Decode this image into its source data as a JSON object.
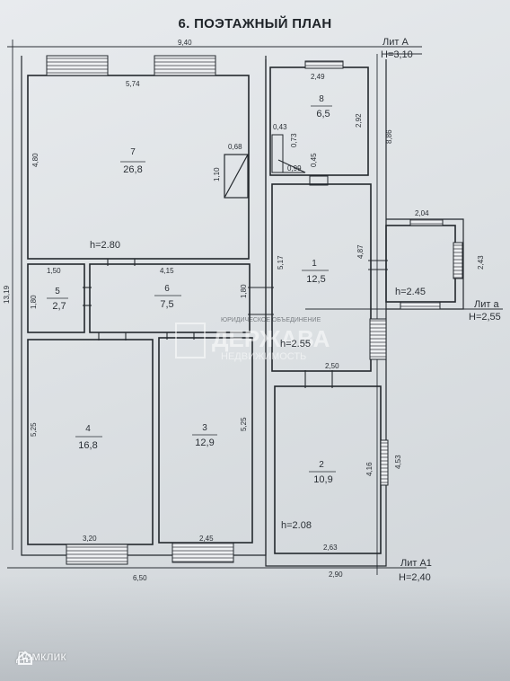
{
  "title": "6. ПОЭТАЖНЫЙ ПЛАН",
  "liters": {
    "a_main": "Лит А",
    "a_main_h": "H=3,10",
    "a_small": "Лит а",
    "a_small_h": "H=2,55",
    "a1": "Лит А1",
    "a1_h": "H=2,40"
  },
  "rooms": [
    {
      "num": "7",
      "area": "26,8",
      "height": "h=2.80"
    },
    {
      "num": "8",
      "area": "6,5"
    },
    {
      "num": "1",
      "area": "12,5",
      "height": "h=2.55"
    },
    {
      "num": "5",
      "area": "2,7"
    },
    {
      "num": "6",
      "area": "7,5"
    },
    {
      "num": "4",
      "area": "16,8"
    },
    {
      "num": "3",
      "area": "12,9"
    },
    {
      "num": "2",
      "area": "10,9",
      "height": "h=2.08"
    },
    {
      "num": "",
      "area": "",
      "height": "h=2.45"
    }
  ],
  "dims": {
    "top_940": "9,40",
    "d574": "5,74",
    "d249": "2,49",
    "d068": "0,68",
    "d110": "1,10",
    "d043": "0,43",
    "d073": "0,73",
    "d099": "0,99",
    "d045": "0,45",
    "d292": "2,92",
    "d886": "8,86",
    "d480": "4,80",
    "d1319": "13,19",
    "d150": "1,50",
    "d415": "4,15",
    "d180a": "1,80",
    "d180b": "1,80",
    "d517": "5,17",
    "d487": "4,87",
    "d204": "2,04",
    "d243": "2,43",
    "d250": "2,50",
    "d525a": "5,25",
    "d525b": "5,25",
    "d416": "4,16",
    "d453": "4,53",
    "d320": "3,20",
    "d245": "2,45",
    "d263": "2,63",
    "d650": "6,50",
    "d290": "2,90"
  },
  "watermark": {
    "line1": "ЮРИДИЧЕСКОЕ ОБЪЕДИНЕНИЕ",
    "line2": "ДЕРЖАВА",
    "line3": "НЕДВИЖИМОСТЬ"
  },
  "brand": "Домклик"
}
